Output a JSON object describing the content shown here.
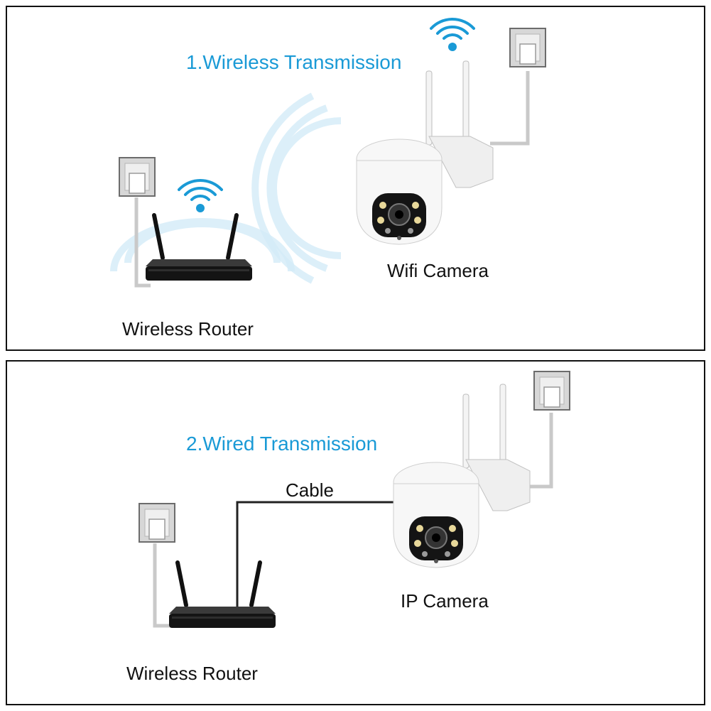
{
  "panels": [
    {
      "heading": "1.Wireless Transmission",
      "router_label": "Wireless Router",
      "camera_label": "Wifi Camera"
    },
    {
      "heading": "2.Wired Transmission",
      "router_label": "Wireless Router",
      "camera_label": "IP Camera",
      "cable_label": "Cable"
    }
  ],
  "colors": {
    "accent": "#1a9ad6",
    "border": "#111111",
    "router_body": "#141414",
    "camera_body": "#f4f4f4",
    "outlet": "#d9d9d9",
    "cord": "#cfcfcf"
  },
  "icons": [
    "wifi-signal-icon",
    "power-outlet-icon",
    "router-icon",
    "camera-icon"
  ]
}
